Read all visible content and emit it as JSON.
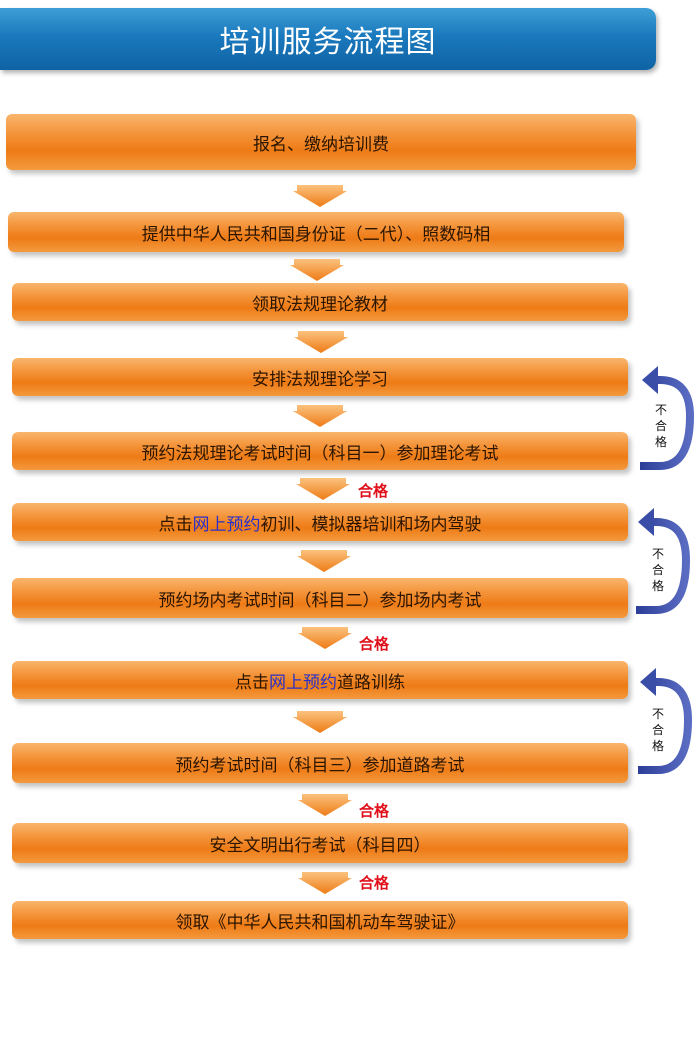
{
  "title": "培训服务流程图",
  "steps": [
    {
      "text": "报名、缴纳培训费"
    },
    {
      "text": "提供中华人民共和国身份证（二代）、照数码相"
    },
    {
      "text": "领取法规理论教材"
    },
    {
      "text": "安排法规理论学习"
    },
    {
      "text": "预约法规理论考试时间（科目一）参加理论考试"
    },
    {
      "pre": "点击",
      "link": "网上预约",
      "post": "初训、模拟器培训和场内驾驶"
    },
    {
      "text": "预约场内考试时间（科目二）参加场内考试"
    },
    {
      "pre": "点击",
      "link": "网上预约",
      "post": " 道路训练"
    },
    {
      "text": "预约考试时间（科目三）参加道路考试"
    },
    {
      "text": "安全文明出行考试（科目四）"
    },
    {
      "text": "领取《中华人民共和国机动车驾驶证》"
    }
  ],
  "pass_label": "合格",
  "fail_label": [
    "不",
    "合",
    "格"
  ],
  "colors": {
    "header": "#1a79bd",
    "step": "#f4943a",
    "pass": "#e0101b",
    "link": "#2b31c8",
    "retry_arrow": "#3a4ea8"
  }
}
